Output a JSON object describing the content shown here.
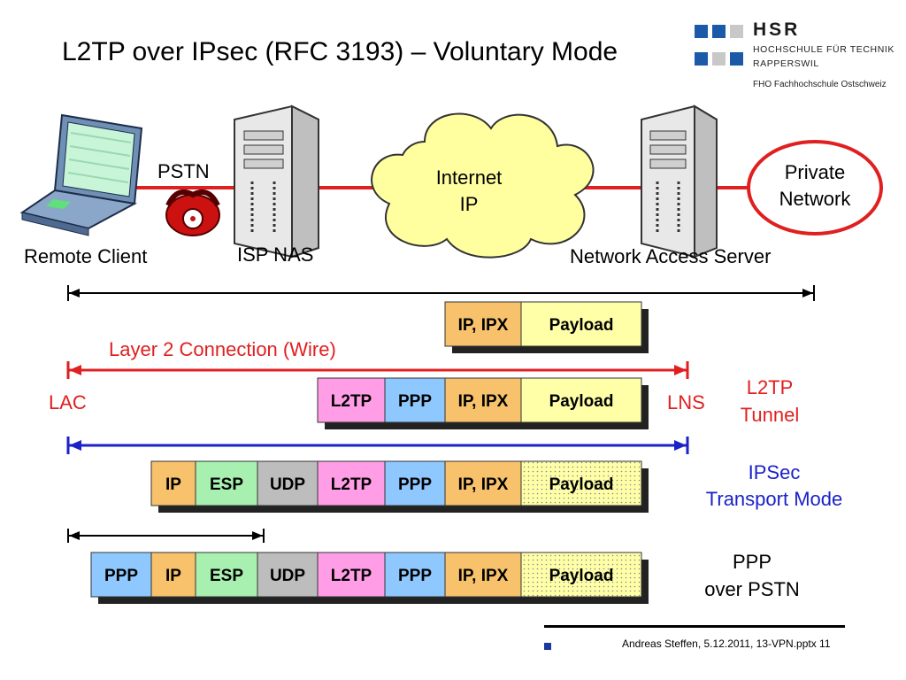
{
  "title": "L2TP over IPsec  (RFC 3193) – Voluntary Mode",
  "logo": {
    "name": "HSR",
    "line1": "HOCHSCHULE FÜR TECHNIK",
    "line2": "RAPPERSWIL",
    "line3": "FHO Fachhochschule Ostschweiz",
    "colors": {
      "blue": "#1a5aa8",
      "gray": "#c8c8c8"
    }
  },
  "network": {
    "remote_client": "Remote Client",
    "pstn": "PSTN",
    "isp_nas": "ISP NAS",
    "cloud_line1": "Internet",
    "cloud_line2": "IP",
    "nas_server": "Network Access Server",
    "private_line1": "Private",
    "private_line2": "Network"
  },
  "labels": {
    "layer2": "Layer 2 Connection (Wire)",
    "lac": "LAC",
    "lns": "LNS",
    "l2tp_tunnel_1": "L2TP",
    "l2tp_tunnel_2": "Tunnel",
    "ipsec_1": "IPSec",
    "ipsec_2": "Transport Mode",
    "ppp_pstn_1": "PPP",
    "ppp_pstn_2": "over PSTN"
  },
  "packet_rows": [
    {
      "fields": [
        {
          "label": "IP, IPX",
          "type": "ipx"
        },
        {
          "label": "Payload",
          "type": "payload"
        }
      ]
    },
    {
      "fields": [
        {
          "label": "L2TP",
          "type": "l2tp"
        },
        {
          "label": "PPP",
          "type": "ppp"
        },
        {
          "label": "IP, IPX",
          "type": "ipx"
        },
        {
          "label": "Payload",
          "type": "payload"
        }
      ]
    },
    {
      "fields": [
        {
          "label": "IP",
          "type": "ip"
        },
        {
          "label": "ESP",
          "type": "esp"
        },
        {
          "label": "UDP",
          "type": "udp"
        },
        {
          "label": "L2TP",
          "type": "l2tp"
        },
        {
          "label": "PPP",
          "type": "ppp"
        },
        {
          "label": "IP, IPX",
          "type": "ipx"
        },
        {
          "label": "Payload",
          "type": "payload"
        }
      ]
    },
    {
      "fields": [
        {
          "label": "PPP",
          "type": "ppp"
        },
        {
          "label": "IP",
          "type": "ip"
        },
        {
          "label": "ESP",
          "type": "esp"
        },
        {
          "label": "UDP",
          "type": "udp"
        },
        {
          "label": "L2TP",
          "type": "l2tp"
        },
        {
          "label": "PPP",
          "type": "ppp"
        },
        {
          "label": "IP, IPX",
          "type": "ipx"
        },
        {
          "label": "Payload",
          "type": "payload"
        }
      ]
    }
  ],
  "field_colors": {
    "ipx": "#f7c26b",
    "payload": "#ffffa8",
    "l2tp": "#ff9ee6",
    "ppp": "#8ec8ff",
    "ip": "#f7c26b",
    "esp": "#a8f0b0",
    "udp": "#bdbdbd"
  },
  "colors": {
    "red": "#e02020",
    "blue": "#1a22c8",
    "black": "#000000"
  },
  "footer": "Andreas Steffen, 5.12.2011, 13-VPN.pptx 11"
}
